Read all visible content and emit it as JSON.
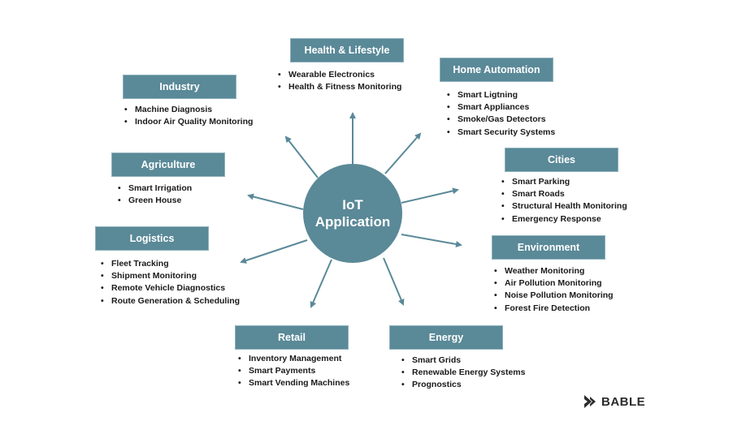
{
  "hub": {
    "line1": "IoT",
    "line2": "Application"
  },
  "colors": {
    "primary": "#5a8998",
    "text": "#1a1a1a"
  },
  "categories": [
    {
      "label": "Health & Lifestyle",
      "items": [
        "Wearable Electronics",
        "Health & Fitness Monitoring"
      ]
    },
    {
      "label": "Home Automation",
      "items": [
        "Smart Ligtning",
        "Smart Appliances",
        "Smoke/Gas Detectors",
        "Smart Security Systems"
      ]
    },
    {
      "label": "Cities",
      "items": [
        "Smart Parking",
        "Smart Roads",
        "Structural Health Monitoring",
        "Emergency Response"
      ]
    },
    {
      "label": "Environment",
      "items": [
        "Weather Monitoring",
        "Air Pollution Monitoring",
        "Noise Pollution Monitoring",
        "Forest Fire Detection"
      ]
    },
    {
      "label": "Energy",
      "items": [
        "Smart Grids",
        "Renewable Energy Systems",
        "Prognostics"
      ]
    },
    {
      "label": "Retail",
      "items": [
        "Inventory Management",
        "Smart Payments",
        "Smart Vending Machines"
      ]
    },
    {
      "label": "Logistics",
      "items": [
        "Fleet Tracking",
        "Shipment Monitoring",
        "Remote Vehicle Diagnostics",
        "Route Generation & Scheduling"
      ]
    },
    {
      "label": "Agriculture",
      "items": [
        "Smart Irrigation",
        "Green House"
      ]
    },
    {
      "label": "Industry",
      "items": [
        "Machine Diagnosis",
        "Indoor Air Quality Monitoring"
      ]
    }
  ],
  "brand": {
    "logo": "bable-logo-icon",
    "name": "BABLE"
  }
}
